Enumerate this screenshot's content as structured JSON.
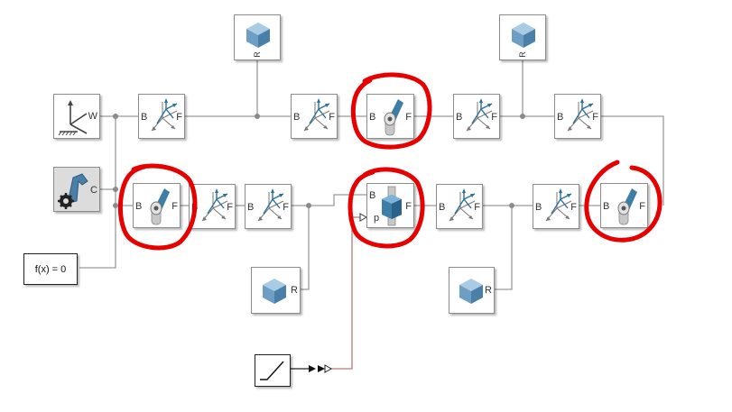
{
  "diagram": {
    "labels": {
      "base": "B",
      "follower": "F",
      "reference": "R",
      "world": "W",
      "conn": "C",
      "position": "p"
    },
    "constraint_text": "f(x) = 0",
    "colors": {
      "line": "#9a9a9a",
      "signal_line": "#b07a7a",
      "annotation": "#e60000",
      "joint_accent": "#3d7ea6",
      "block_border": "#8c8c8c"
    },
    "icons": {
      "transform": "rigid-transform-icon",
      "revolute": "revolute-joint-icon",
      "prismatic": "prismatic-joint-icon",
      "solid": "solid-cube-icon",
      "world": "world-frame-icon",
      "config": "mechanism-configuration-icon",
      "ramp": "ramp-source-icon",
      "converter": "simulink-ps-converter-icon"
    }
  }
}
